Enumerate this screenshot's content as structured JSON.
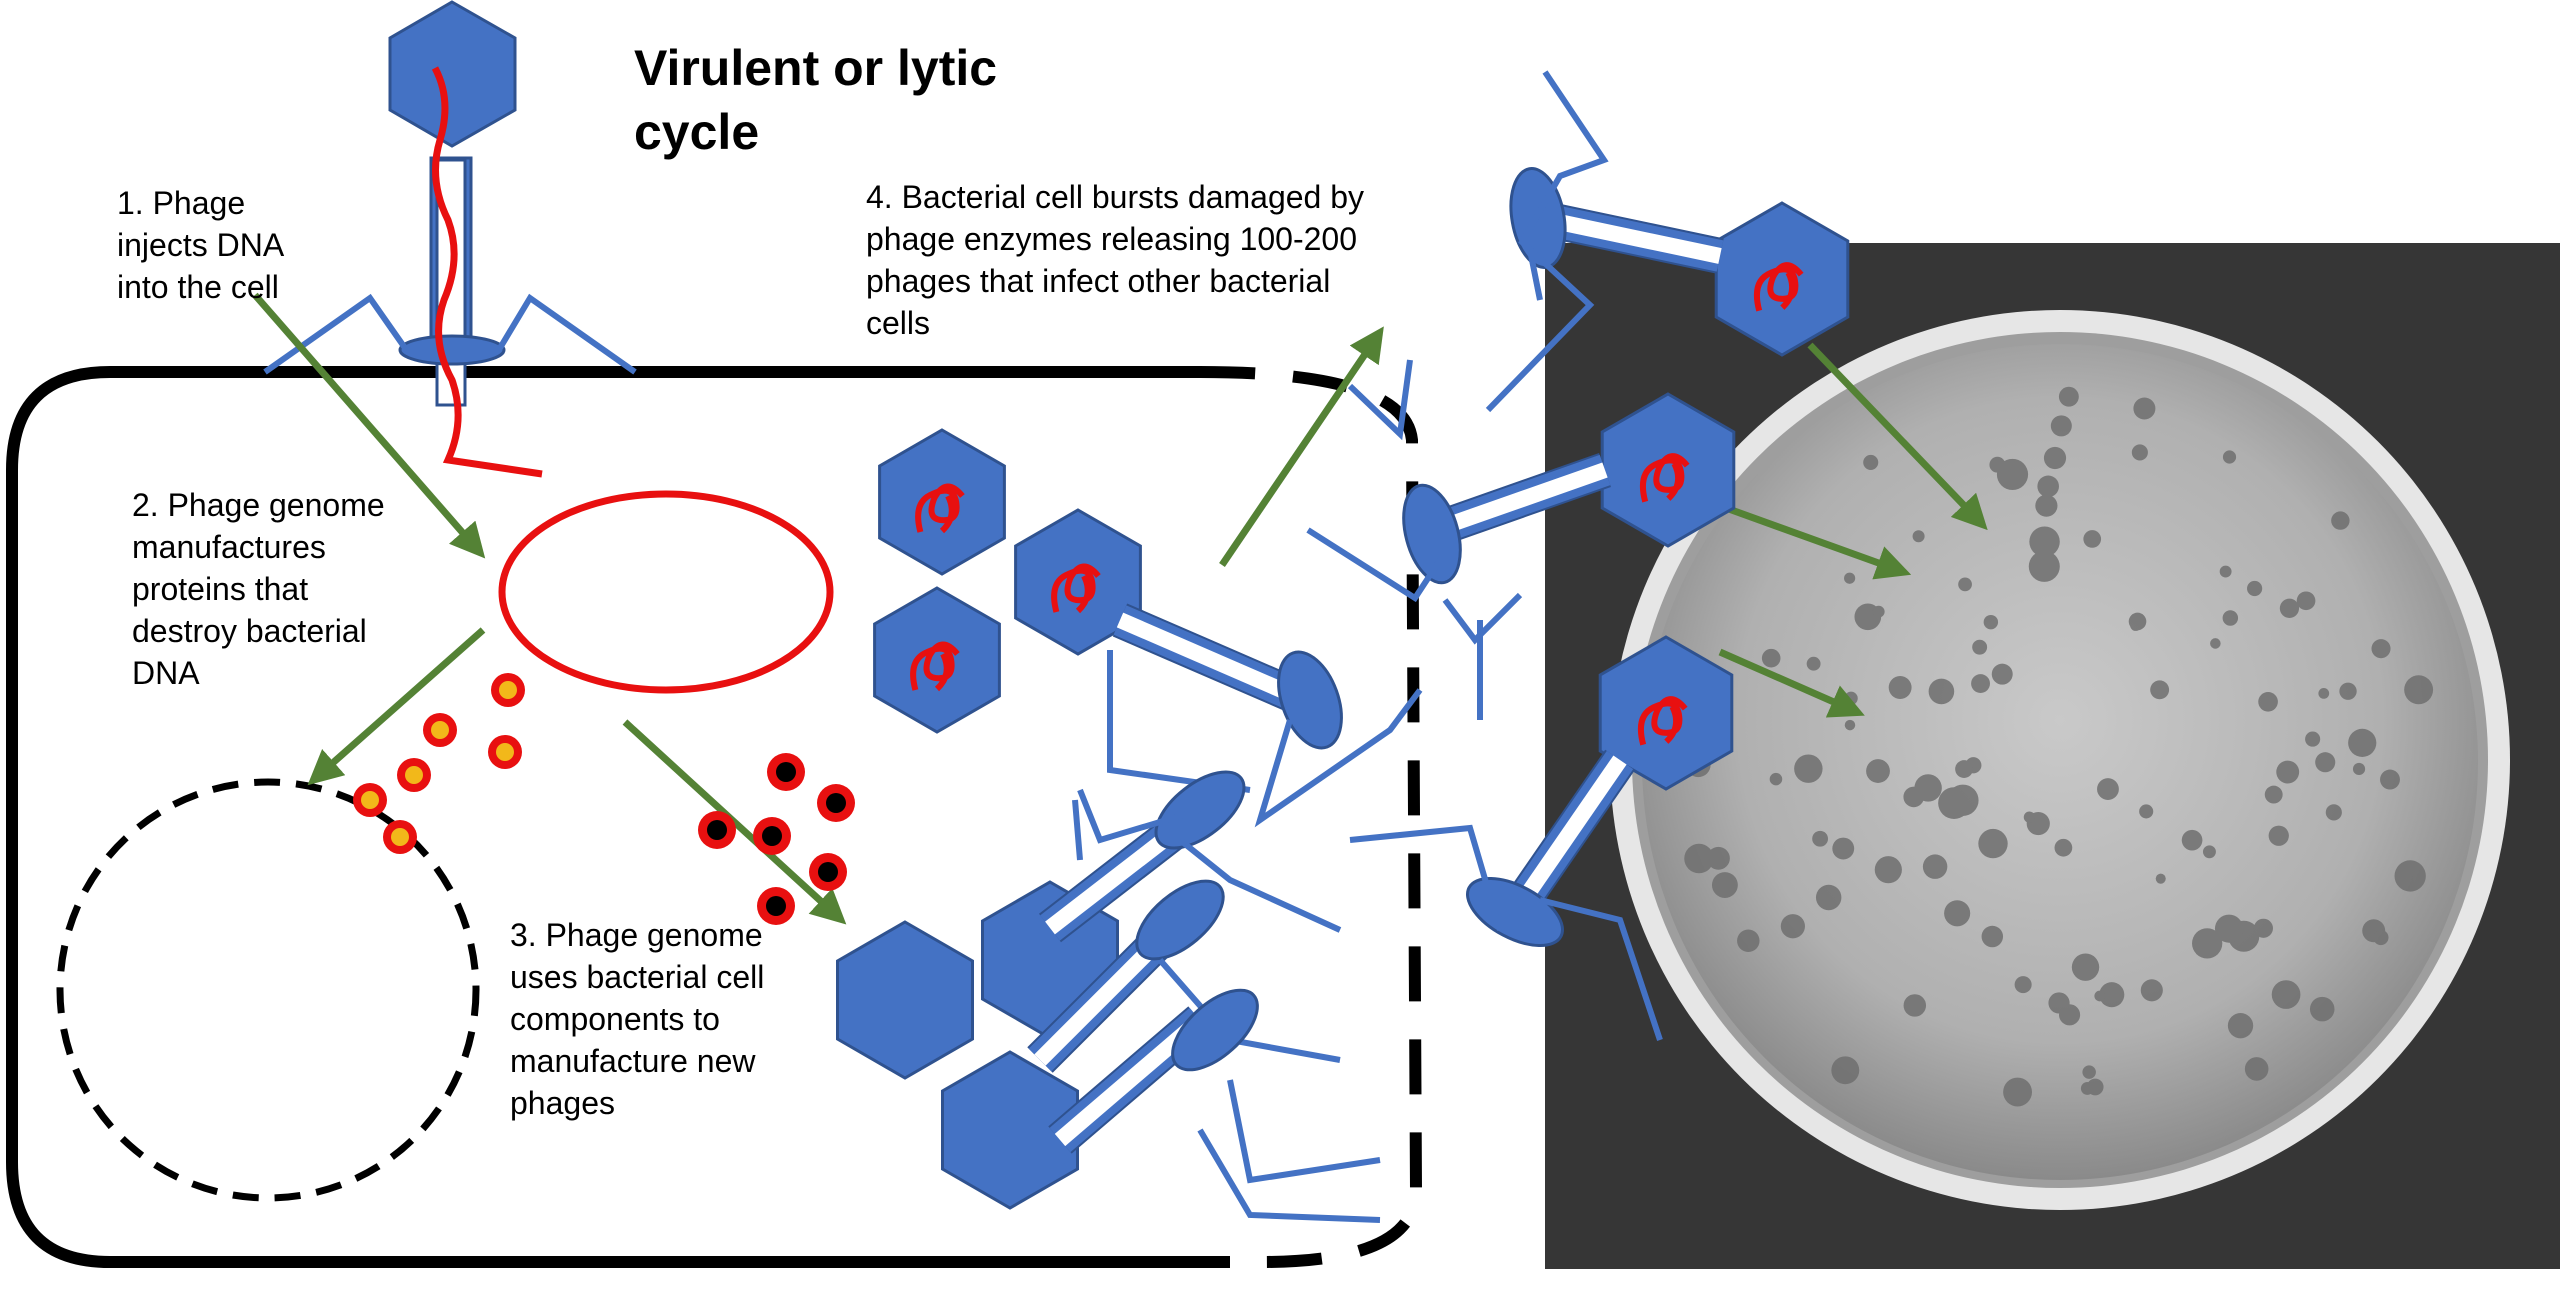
{
  "title": "Virulent or lytic\ncycle",
  "steps": {
    "step1": "1. Phage\ninjects DNA\ninto the cell",
    "step2": "2. Phage genome\nmanufactures\nproteins that\ndestroy bacterial\nDNA",
    "step3": "3. Phage genome\nuses bacterial cell\ncomponents to\nmanufacture new\nphages",
    "step4": "4. Bacterial cell bursts damaged by\nphage enzymes releasing 100-200\nphages that infect other bacterial\ncells"
  },
  "colors": {
    "phage_blue": "#4472c4",
    "phage_blue_dark": "#2f528f",
    "dna_red": "#e81010",
    "arrow_green": "#548235",
    "protein_yellow": "#f2b81a",
    "cell_outline": "#000000",
    "plate_background": "#3a3a3a"
  },
  "icons": [
    "phage-virion",
    "dna-strand",
    "plasmid-ring",
    "protein-particle",
    "petri-dish-plaques"
  ]
}
